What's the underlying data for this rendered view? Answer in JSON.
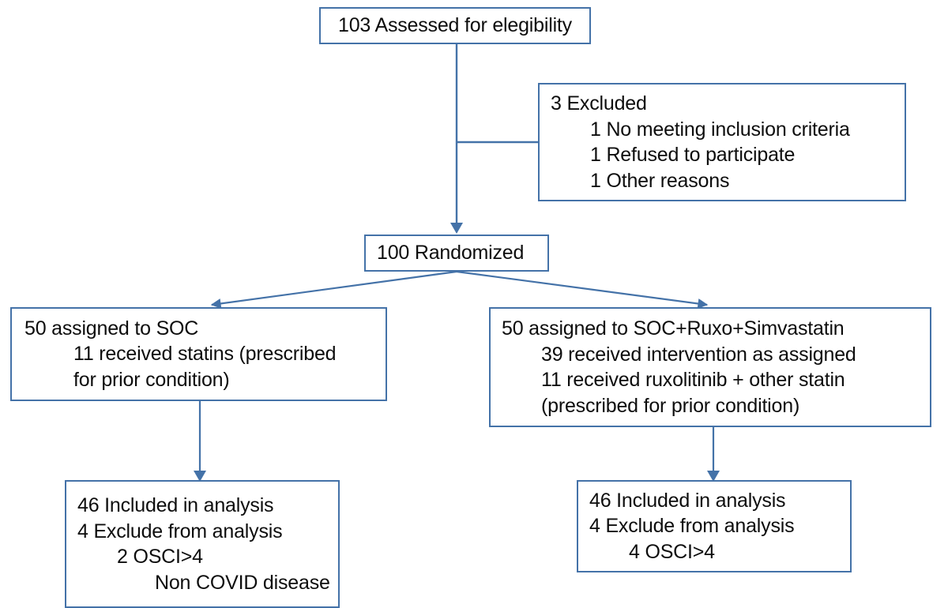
{
  "diagram": {
    "title": "CONSORT participant flow diagram",
    "type": "flowchart",
    "box_border_color": "#4472a8",
    "connector_color": "#4472a8",
    "text_color": "#0d0d0d",
    "background_color": "#ffffff"
  },
  "nodes": {
    "assessed": {
      "id": "assessed-for-eligibility",
      "count": 103,
      "lines": [
        "103 Assessed for elegibility"
      ]
    },
    "excluded": {
      "id": "excluded",
      "count": 3,
      "lines": [
        "3 Excluded",
        "1 No meeting inclusion criteria",
        "1 Refused to participate",
        "1 Other reasons"
      ]
    },
    "randomized": {
      "id": "randomized",
      "count": 100,
      "lines": [
        "100 Randomized"
      ]
    },
    "arm_control": {
      "id": "allocated-soc",
      "count": 50,
      "lines": [
        "50 assigned to SOC",
        "11 received statins (prescribed",
        "for prior condition)"
      ]
    },
    "arm_treatment": {
      "id": "allocated-soc-ruxo-simvastatin",
      "count": 50,
      "lines": [
        "50 assigned to SOC+Ruxo+Simvastatin",
        "39 received intervention as assigned",
        "11 received ruxolitinib + other statin",
        "(prescribed for prior condition)"
      ]
    },
    "analysis_control": {
      "id": "analysis-soc",
      "included": 46,
      "excluded": 4,
      "lines": [
        "46 Included in analysis",
        "4 Exclude from analysis",
        "2 OSCI>4",
        "Non COVID disease"
      ]
    },
    "analysis_treatment": {
      "id": "analysis-soc-ruxo-simvastatin",
      "included": 46,
      "excluded": 4,
      "lines": [
        "46 Included in analysis",
        "4 Exclude from analysis",
        "4 OSCI>4"
      ]
    }
  },
  "connectors": [
    {
      "name": "assessed-to-randomized",
      "from": "assessed",
      "to": "randomized",
      "style": "straight-arrow"
    },
    {
      "name": "assessed-to-excluded",
      "from": "assessed",
      "to": "excluded",
      "style": "elbow-branch"
    },
    {
      "name": "randomized-to-arm-control",
      "from": "randomized",
      "to": "arm_control",
      "style": "diagonal-arrow"
    },
    {
      "name": "randomized-to-arm-treatment",
      "from": "randomized",
      "to": "arm_treatment",
      "style": "diagonal-arrow"
    },
    {
      "name": "arm-control-to-analysis",
      "from": "arm_control",
      "to": "analysis_control",
      "style": "straight-arrow"
    },
    {
      "name": "arm-treatment-to-analysis",
      "from": "arm_treatment",
      "to": "analysis_treatment",
      "style": "straight-arrow"
    }
  ]
}
